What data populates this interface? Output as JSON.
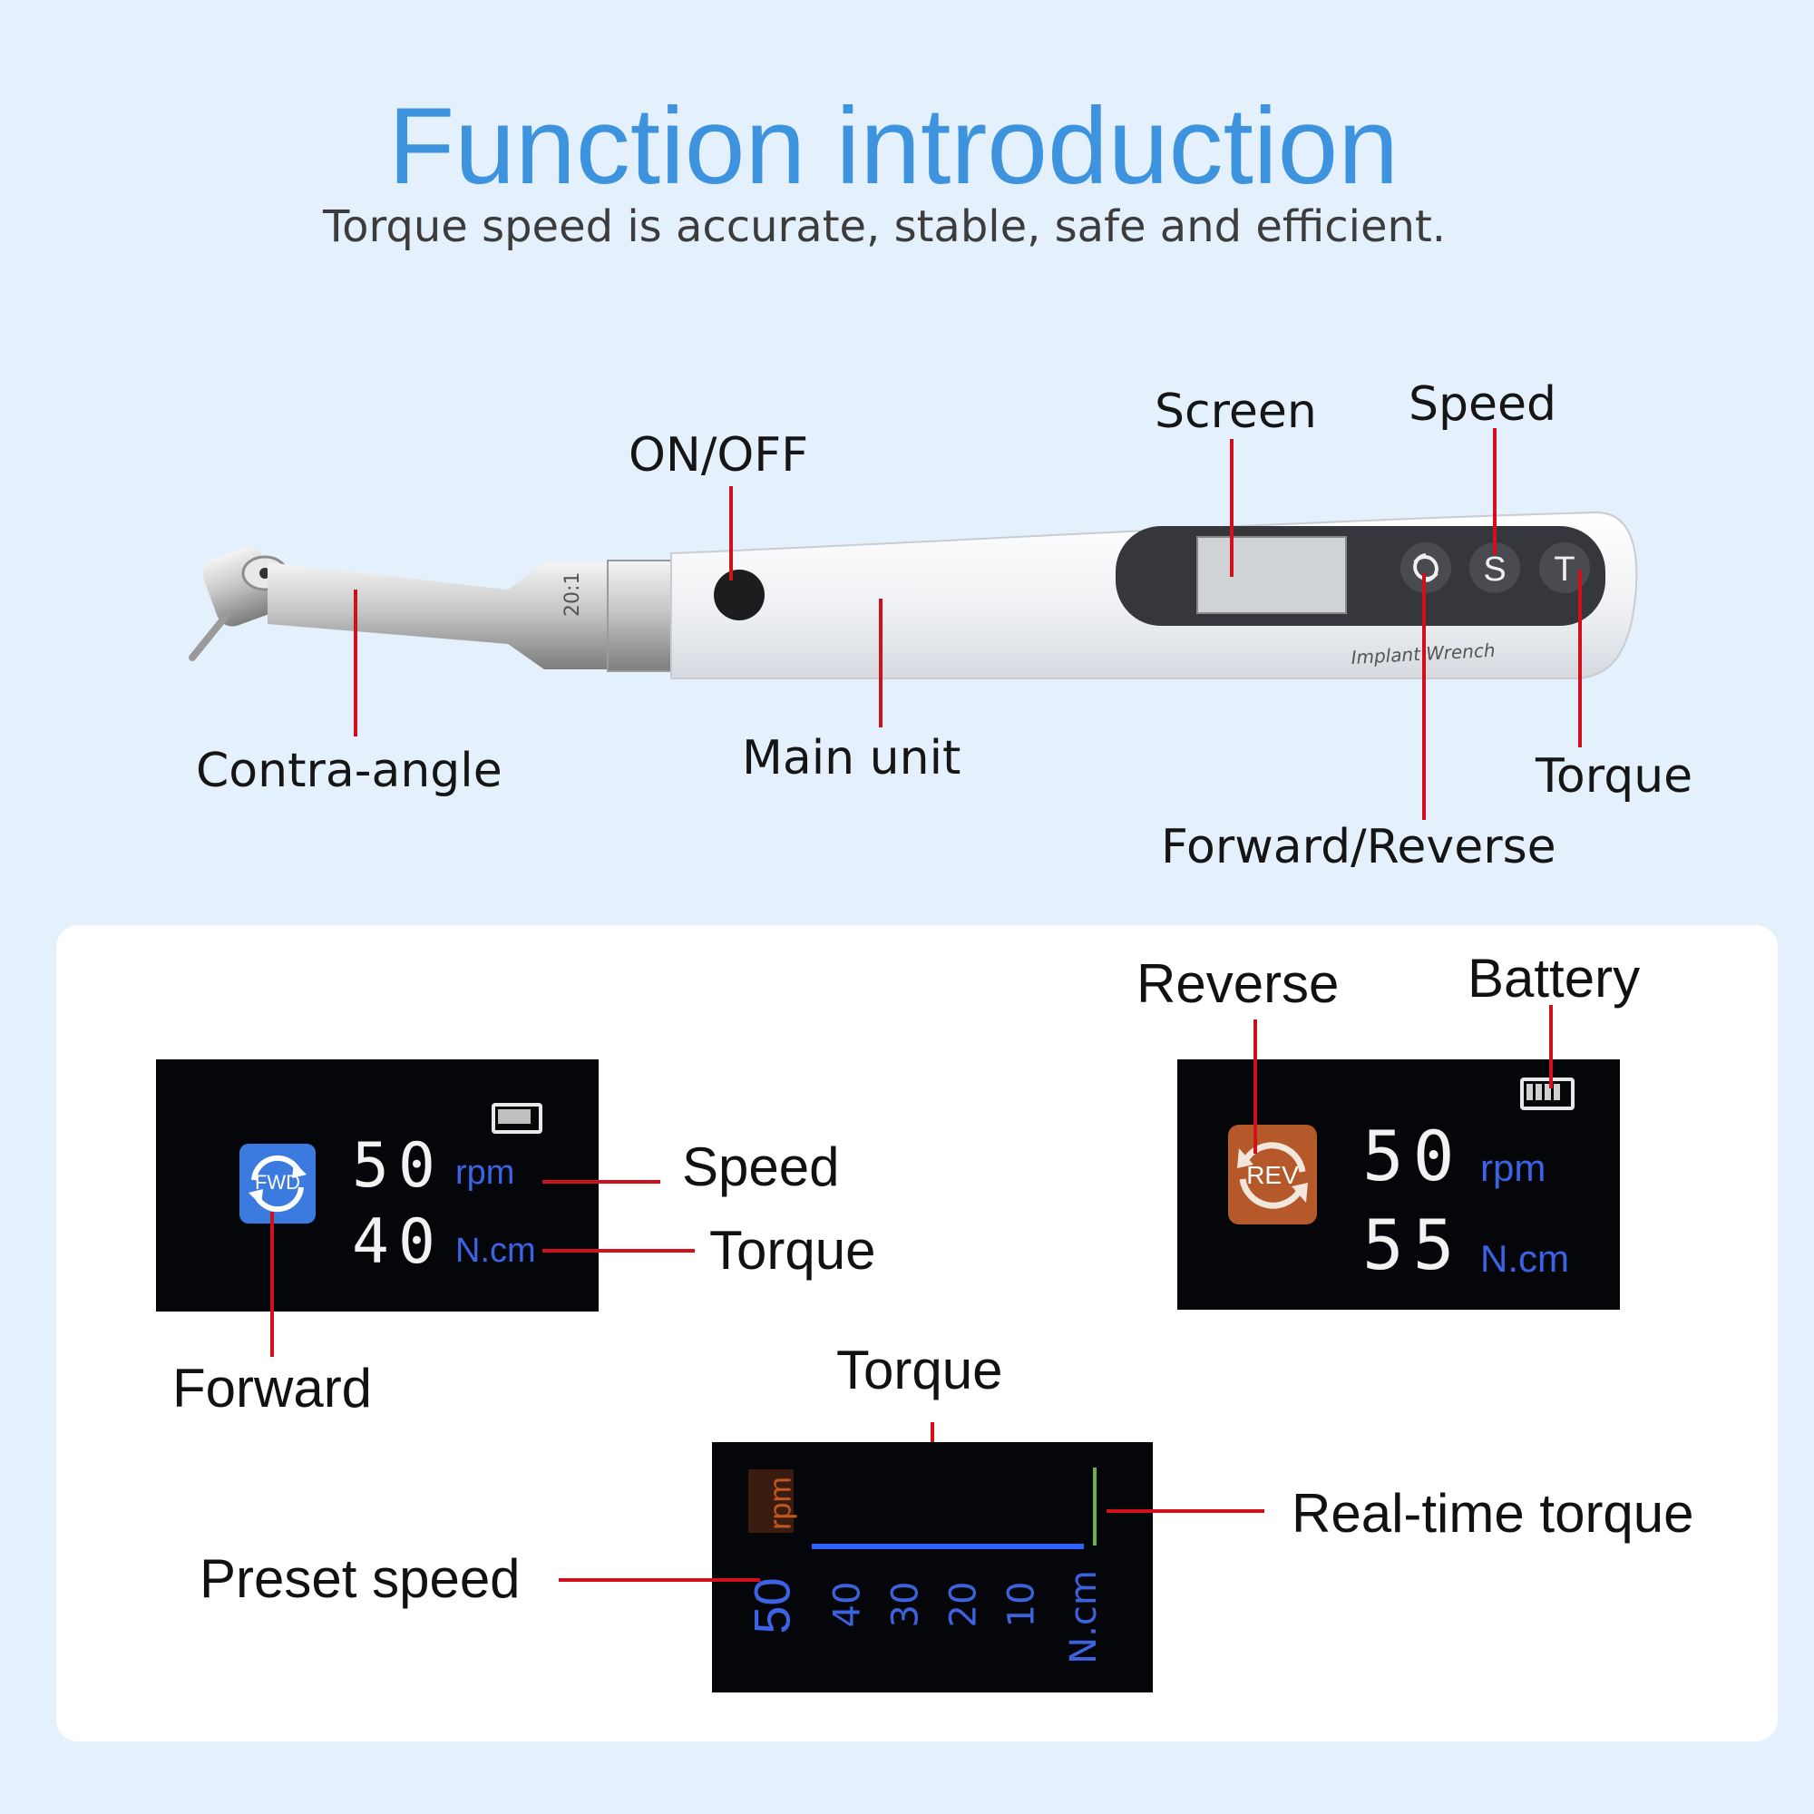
{
  "title": "Function introduction",
  "subtitle": "Torque speed is accurate, stable, safe and efficient.",
  "device": {
    "ratio_mark": "20:1",
    "brand_text": "Implant Wrench",
    "button_speed": "S",
    "button_torque": "T"
  },
  "device_labels": {
    "on_off": "ON/OFF",
    "screen": "Screen",
    "speed": "Speed",
    "contra_angle": "Contra-angle",
    "main_unit": "Main unit",
    "torque": "Torque",
    "forward_reverse": "Forward/Reverse"
  },
  "screen_forward": {
    "mode_badge": "FWD",
    "speed_value": "50",
    "speed_unit": "rpm",
    "torque_value": "40",
    "torque_unit": "N.cm",
    "label_speed": "Speed",
    "label_torque": "Torque",
    "label_forward": "Forward"
  },
  "screen_reverse": {
    "mode_badge": "REV",
    "speed_value": "50",
    "speed_unit": "rpm",
    "torque_value": "55",
    "torque_unit": "N.cm",
    "label_reverse": "Reverse",
    "label_battery": "Battery"
  },
  "screen_gauge": {
    "preset_speed_value": "50",
    "preset_speed_unit": "rpm",
    "ticks": [
      "40",
      "30",
      "20",
      "10"
    ],
    "torque_unit": "N.cm",
    "label_torque": "Torque",
    "label_preset_speed": "Preset speed",
    "label_realtime_torque": "Real-time torque"
  },
  "colors": {
    "title_blue": "#3d93de",
    "callout_red": "#d0101a",
    "forward_badge": "#3b7be0",
    "reverse_badge": "#b5582a",
    "screen_text_blue": "#3a63e6",
    "realtime_torque_green": "#6ab04c"
  }
}
